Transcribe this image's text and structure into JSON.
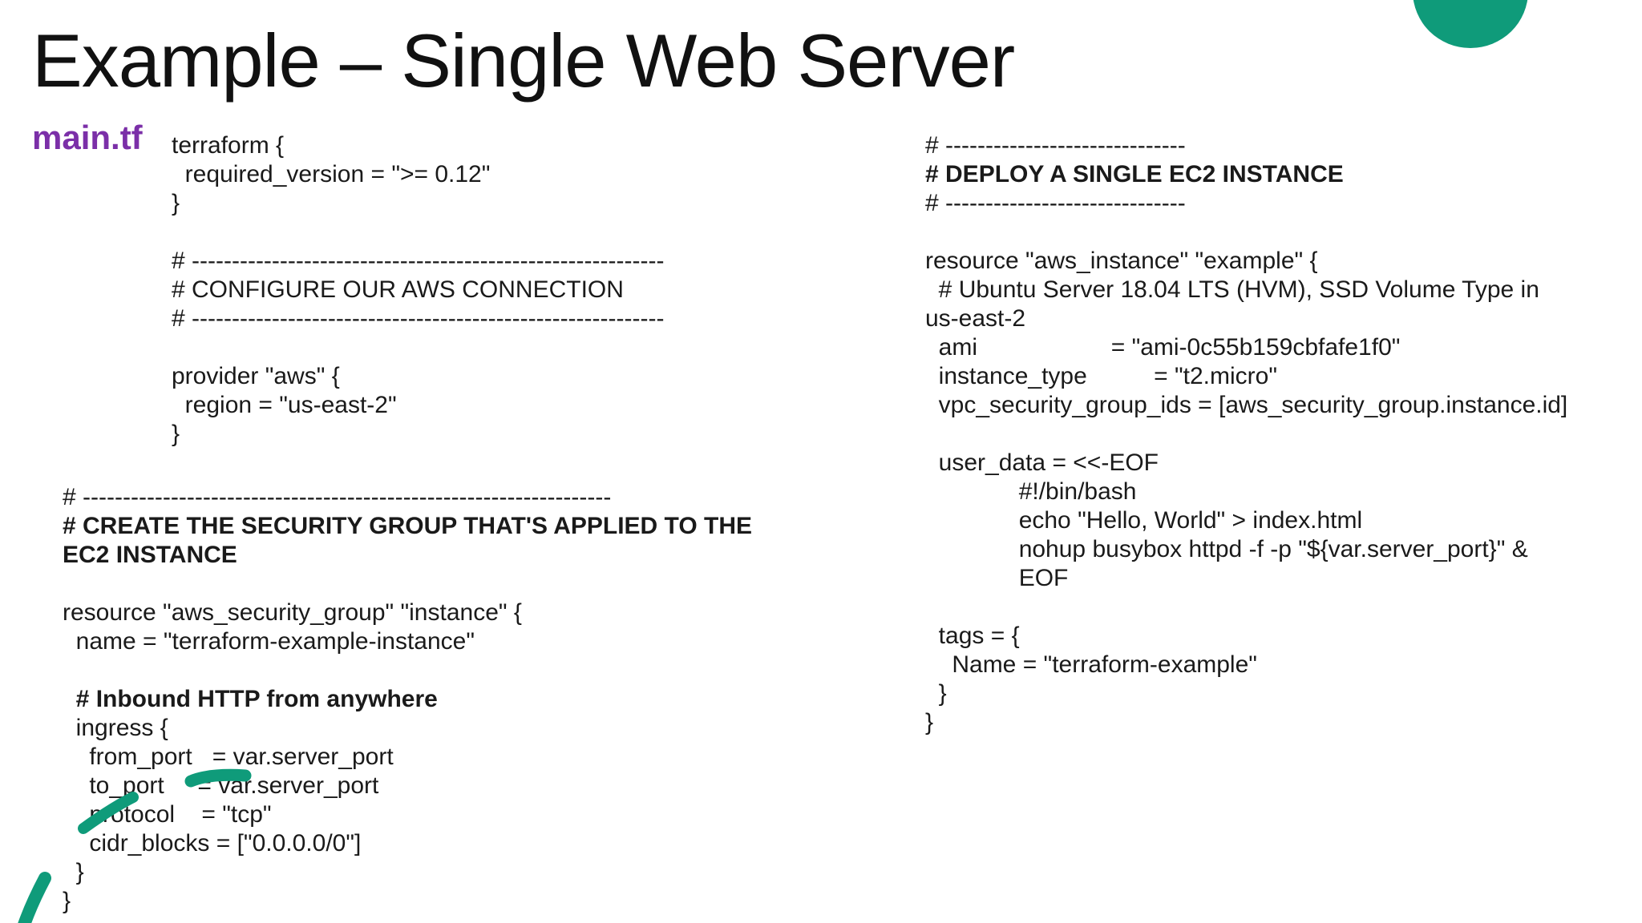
{
  "title": "Example – Single Web Server",
  "file_label": "main.tf",
  "accent_color": "#0f9b7a",
  "file_label_color": "#7b2fa8",
  "code_blocks": {
    "terraform": [
      {
        "text": "terraform {",
        "bold": false
      },
      {
        "text": "  required_version = \">= 0.12\"",
        "bold": false
      },
      {
        "text": "}",
        "bold": false
      },
      {
        "text": "",
        "bold": false
      },
      {
        "text": "# -----------------------------------------------------------",
        "bold": false
      },
      {
        "text": "# CONFIGURE OUR AWS CONNECTION",
        "bold": false
      },
      {
        "text": "# -----------------------------------------------------------",
        "bold": false
      },
      {
        "text": "",
        "bold": false
      },
      {
        "text": "provider \"aws\" {",
        "bold": false
      },
      {
        "text": "  region = \"us-east-2\"",
        "bold": false
      },
      {
        "text": "}",
        "bold": false
      }
    ],
    "security_group": [
      {
        "text": "# ------------------------------------------------------------------",
        "bold": false
      },
      {
        "text": "# CREATE THE SECURITY GROUP THAT'S APPLIED TO THE",
        "bold": true
      },
      {
        "text": "EC2 INSTANCE",
        "bold": true
      },
      {
        "text": "",
        "bold": false
      },
      {
        "text": "resource \"aws_security_group\" \"instance\" {",
        "bold": false
      },
      {
        "text": "  name = \"terraform-example-instance\"",
        "bold": false
      },
      {
        "text": "",
        "bold": false
      },
      {
        "text": "  # Inbound HTTP from anywhere",
        "bold": true
      },
      {
        "text": "  ingress {",
        "bold": false
      },
      {
        "text": "    from_port   = var.server_port",
        "bold": false
      },
      {
        "text": "    to_port     = var.server_port",
        "bold": false
      },
      {
        "text": "    protocol    = \"tcp\"",
        "bold": false
      },
      {
        "text": "    cidr_blocks = [\"0.0.0.0/0\"]",
        "bold": false
      },
      {
        "text": "  }",
        "bold": false
      },
      {
        "text": "}",
        "bold": false
      }
    ],
    "ec2": [
      {
        "text": "# ------------------------------",
        "bold": false
      },
      {
        "text": "# DEPLOY A SINGLE EC2 INSTANCE",
        "bold": true
      },
      {
        "text": "# ------------------------------",
        "bold": false
      },
      {
        "text": "",
        "bold": false
      },
      {
        "text": "resource \"aws_instance\" \"example\" {",
        "bold": false
      },
      {
        "text": "  # Ubuntu Server 18.04 LTS (HVM), SSD Volume Type in",
        "bold": false
      },
      {
        "text": "us-east-2",
        "bold": false
      },
      {
        "text": "  ami                    = \"ami-0c55b159cbfafe1f0\"",
        "bold": false
      },
      {
        "text": "  instance_type          = \"t2.micro\"",
        "bold": false
      },
      {
        "text": "  vpc_security_group_ids = [aws_security_group.instance.id]",
        "bold": false
      },
      {
        "text": "",
        "bold": false
      },
      {
        "text": "  user_data = <<-EOF",
        "bold": false
      },
      {
        "text": "              #!/bin/bash",
        "bold": false
      },
      {
        "text": "              echo \"Hello, World\" > index.html",
        "bold": false
      },
      {
        "text": "              nohup busybox httpd -f -p \"${var.server_port}\" &",
        "bold": false
      },
      {
        "text": "              EOF",
        "bold": false
      },
      {
        "text": "",
        "bold": false
      },
      {
        "text": "  tags = {",
        "bold": false
      },
      {
        "text": "    Name = \"terraform-example\"",
        "bold": false
      },
      {
        "text": "  }",
        "bold": false
      },
      {
        "text": "}",
        "bold": false
      }
    ]
  }
}
